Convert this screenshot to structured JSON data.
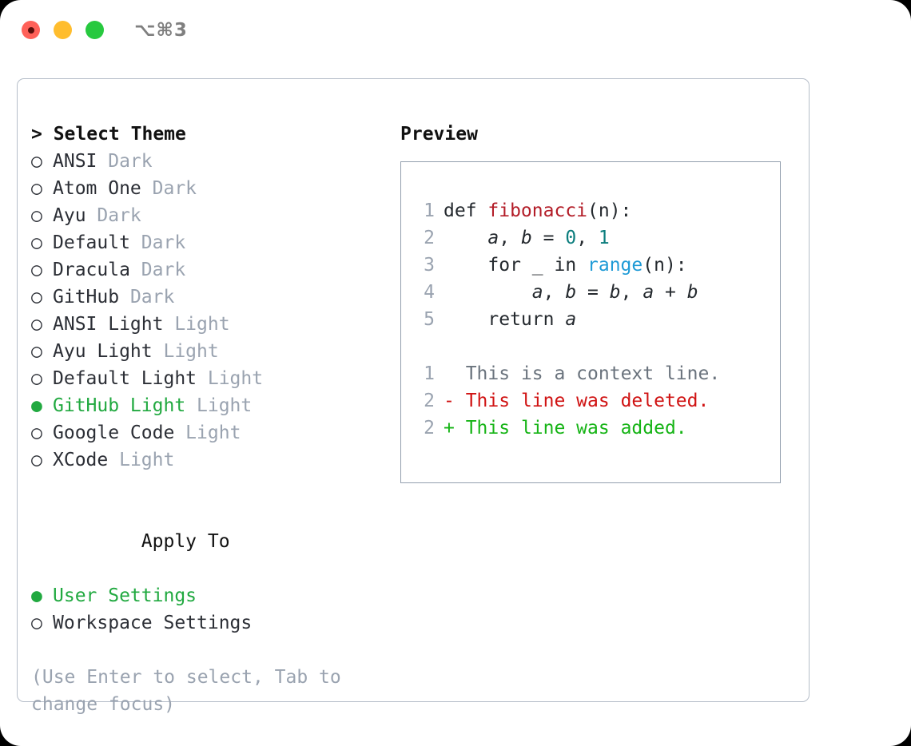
{
  "window": {
    "shortcut": "⌥⌘3",
    "traffic_lights": [
      {
        "name": "close",
        "color": "#ff6159"
      },
      {
        "name": "minimize",
        "color": "#ffbd2e"
      },
      {
        "name": "maximize",
        "color": "#27c93f"
      }
    ]
  },
  "colors": {
    "accent_green": "#21a940",
    "muted": "#9aa3b0",
    "text": "#2c2f36",
    "border": "#b6bec9",
    "preview_border": "#939fae",
    "fn": "#b31d28",
    "number": "#0b7d7d",
    "builtin": "#1e9ad6",
    "diff_add": "#16b416",
    "diff_del": "#d01313",
    "diff_ctx": "#6a737d"
  },
  "theme_list": {
    "header": "> Select Theme",
    "items": [
      {
        "marker": "○",
        "name": "ANSI",
        "tag": "Dark",
        "selected": false
      },
      {
        "marker": "○",
        "name": "Atom One",
        "tag": "Dark",
        "selected": false
      },
      {
        "marker": "○",
        "name": "Ayu",
        "tag": "Dark",
        "selected": false
      },
      {
        "marker": "○",
        "name": "Default",
        "tag": "Dark",
        "selected": false
      },
      {
        "marker": "○",
        "name": "Dracula",
        "tag": "Dark",
        "selected": false
      },
      {
        "marker": "○",
        "name": "GitHub",
        "tag": "Dark",
        "selected": false
      },
      {
        "marker": "○",
        "name": "ANSI Light",
        "tag": "Light",
        "selected": false
      },
      {
        "marker": "○",
        "name": "Ayu Light",
        "tag": "Light",
        "selected": false
      },
      {
        "marker": "○",
        "name": "Default Light",
        "tag": "Light",
        "selected": false
      },
      {
        "marker": "●",
        "name": "GitHub Light",
        "tag": "Light",
        "selected": true
      },
      {
        "marker": "○",
        "name": "Google Code",
        "tag": "Light",
        "selected": false
      },
      {
        "marker": "○",
        "name": "XCode",
        "tag": "Light",
        "selected": false
      }
    ]
  },
  "apply_to": {
    "header": "Apply To",
    "items": [
      {
        "marker": "●",
        "name": "User Settings",
        "selected": true
      },
      {
        "marker": "○",
        "name": "Workspace Settings",
        "selected": false
      }
    ]
  },
  "hint": "(Use Enter to select, Tab to change focus)",
  "preview": {
    "header": "Preview",
    "code": [
      {
        "lno": "1",
        "parts": [
          {
            "t": "def ",
            "c": "plain"
          },
          {
            "t": "fibonacci",
            "c": "fn"
          },
          {
            "t": "(n):",
            "c": "plain"
          }
        ]
      },
      {
        "lno": "2",
        "parts": [
          {
            "t": "    ",
            "c": "plain"
          },
          {
            "t": "a",
            "c": "var"
          },
          {
            "t": ", ",
            "c": "plain"
          },
          {
            "t": "b",
            "c": "var"
          },
          {
            "t": " = ",
            "c": "plain"
          },
          {
            "t": "0",
            "c": "num"
          },
          {
            "t": ", ",
            "c": "plain"
          },
          {
            "t": "1",
            "c": "num"
          }
        ]
      },
      {
        "lno": "3",
        "parts": [
          {
            "t": "    for _ in ",
            "c": "plain"
          },
          {
            "t": "range",
            "c": "bi"
          },
          {
            "t": "(n):",
            "c": "plain"
          }
        ]
      },
      {
        "lno": "4",
        "parts": [
          {
            "t": "        ",
            "c": "plain"
          },
          {
            "t": "a",
            "c": "var"
          },
          {
            "t": ", ",
            "c": "plain"
          },
          {
            "t": "b",
            "c": "var"
          },
          {
            "t": " = ",
            "c": "plain"
          },
          {
            "t": "b",
            "c": "var"
          },
          {
            "t": ", ",
            "c": "plain"
          },
          {
            "t": "a",
            "c": "var"
          },
          {
            "t": " + ",
            "c": "plain"
          },
          {
            "t": "b",
            "c": "var"
          }
        ]
      },
      {
        "lno": "5",
        "parts": [
          {
            "t": "    return ",
            "c": "plain"
          },
          {
            "t": "a",
            "c": "var"
          }
        ]
      }
    ],
    "diff": [
      {
        "lno": "1",
        "sign": " ",
        "text": " This is a context line.",
        "kind": "ctx"
      },
      {
        "lno": "2",
        "sign": "-",
        "text": " This line was deleted.",
        "kind": "del"
      },
      {
        "lno": "2",
        "sign": "+",
        "text": " This line was added.",
        "kind": "add"
      }
    ]
  }
}
